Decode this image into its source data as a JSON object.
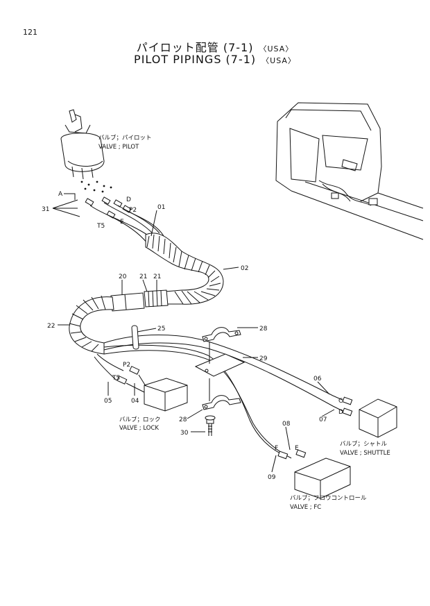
{
  "page": {
    "number": "121"
  },
  "title": {
    "jp": "パイロット配管 (7-1)",
    "en": "PILOT PIPINGS (7-1)",
    "region": "〈USA〉"
  },
  "components": {
    "pilot_valve": {
      "jp": "バルブ；パイロット",
      "en": "VALVE ; PILOT"
    },
    "lock_valve": {
      "jp": "バルブ；ロック",
      "en": "VALVE ; LOCK"
    },
    "shuttle_valve": {
      "jp": "バルブ；シャトル",
      "en": "VALVE ; SHUTTLE"
    },
    "fc_valve": {
      "jp": "バルブ；フロウコントロール",
      "en": "VALVE ; FC"
    }
  },
  "callouts": {
    "p01": "01",
    "p02": "02",
    "p04": "04",
    "p05": "05",
    "p06": "06",
    "p07": "07",
    "p08": "08",
    "p09": "09",
    "p20": "20",
    "p21a": "21",
    "p21b": "21",
    "p22": "22",
    "p25": "25",
    "p28a": "28",
    "p28b": "28",
    "p29": "29",
    "p30": "30",
    "p31": "31"
  },
  "port_labels": {
    "A": "A",
    "D": "D",
    "P2_top": "P2",
    "T5_top": "T5",
    "E_top": "E",
    "P2_lock": "P2",
    "T5_lock": "T5",
    "C": "C",
    "D_shuttle": "D",
    "E_fc": "E",
    "F_fc": "F"
  }
}
